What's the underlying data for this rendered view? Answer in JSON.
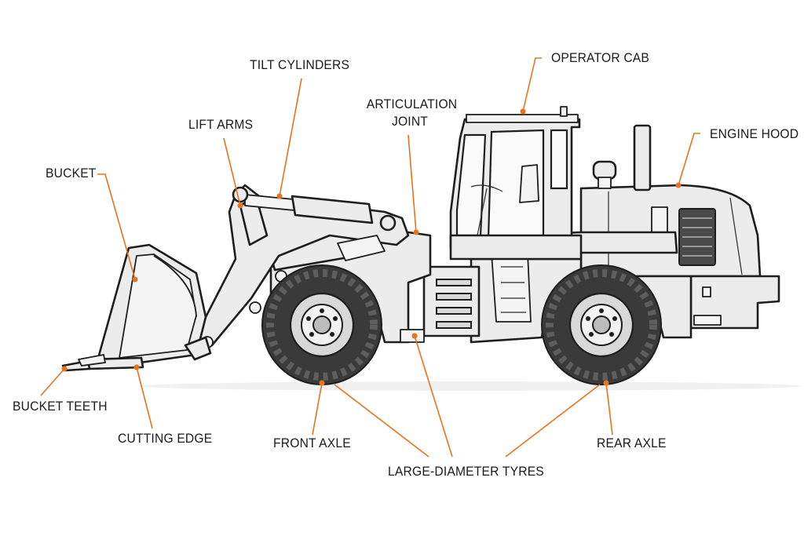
{
  "labels": {
    "tilt_cylinders": "TILT CYLINDERS",
    "operator_cab": "OPERATOR CAB",
    "articulation_joint_line1": "ARTICULATION",
    "articulation_joint_line2": "JOINT",
    "lift_arms": "LIFT ARMS",
    "engine_hood": "ENGINE HOOD",
    "bucket": "BUCKET",
    "bucket_teeth": "BUCKET TEETH",
    "cutting_edge": "CUTTING EDGE",
    "front_axle": "FRONT AXLE",
    "rear_axle": "REAR AXLE",
    "large_diameter_tyres": "LARGE-DIAMETER TYRES"
  },
  "colors": {
    "leader": "#e8731a",
    "outline": "#1e1e1e",
    "body_fill": "#ececec",
    "tyre": "#3a3a3a"
  }
}
